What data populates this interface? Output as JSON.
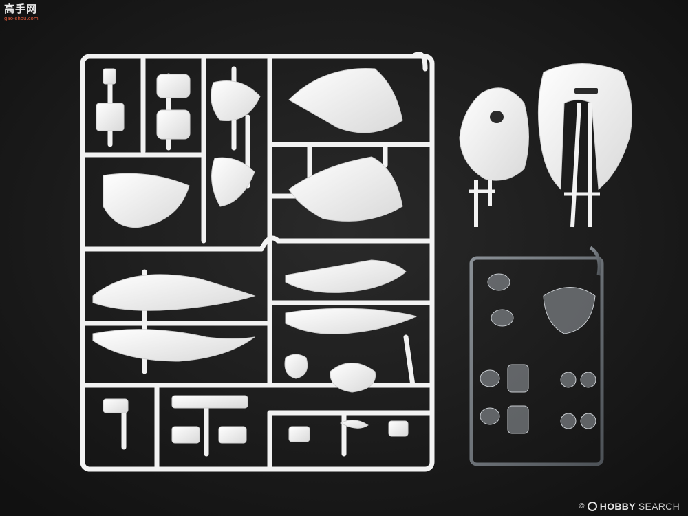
{
  "watermark_top_left": {
    "site_name": "高手网",
    "url": "gao-shou.com"
  },
  "watermark_bottom_right": {
    "copyright": "©",
    "word_1": "HOBBY",
    "word_2": "SEARCH"
  },
  "colors": {
    "background": "#1a1a1a",
    "white_plastic": "#f2f2f2",
    "clear_plastic": "#6e7378",
    "watermark_accent": "#e45a3a"
  },
  "icons": [
    "hobbysearch-logo-icon"
  ]
}
